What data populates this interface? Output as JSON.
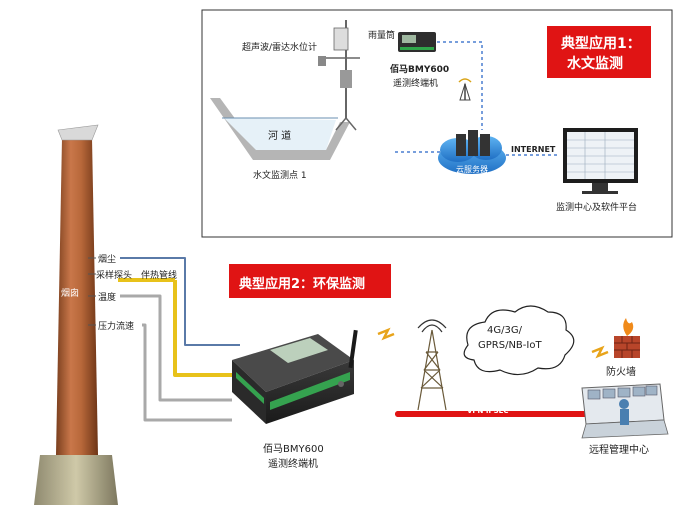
{
  "top_panel": {
    "title_line1": "典型应用1：",
    "title_line2": "水文监测",
    "ultrasonic_label": "超声波/雷达水位计",
    "rain_gauge_label": "雨量筒",
    "terminal_line1": "佰马BMY600",
    "terminal_line2": "遥测终端机",
    "river_label": "河  道",
    "station_label": "水文监测点 1",
    "cloud_label": "云服务器",
    "internet_label": "INTERNET",
    "monitor_label": "监测中心及软件平台"
  },
  "bottom_panel": {
    "title": "典型应用2：环保监测",
    "chimney_label": "烟囱",
    "sensor_dust": "烟尘",
    "sensor_probe": "采样探头",
    "sensor_heat": "伴热管线",
    "sensor_temp": "温度",
    "sensor_pressure": "压力流速",
    "network_line1": "4G/3G/",
    "network_line2": "GPRS/NB-IoT",
    "firewall_label": "防火墙",
    "vpn_label": "VPN   IPSEC",
    "remote_center_label": "远程管理中心",
    "terminal_line1": "佰马BMY600",
    "terminal_line2": "遥测终端机"
  },
  "colors": {
    "accent_red": "#e01414",
    "chimney": "#b8683a",
    "cable_yellow": "#e8c21a",
    "cable_gray": "#a9a9a9",
    "cable_blue": "#5a7aa8",
    "dashed_link": "#4a7fd0"
  }
}
